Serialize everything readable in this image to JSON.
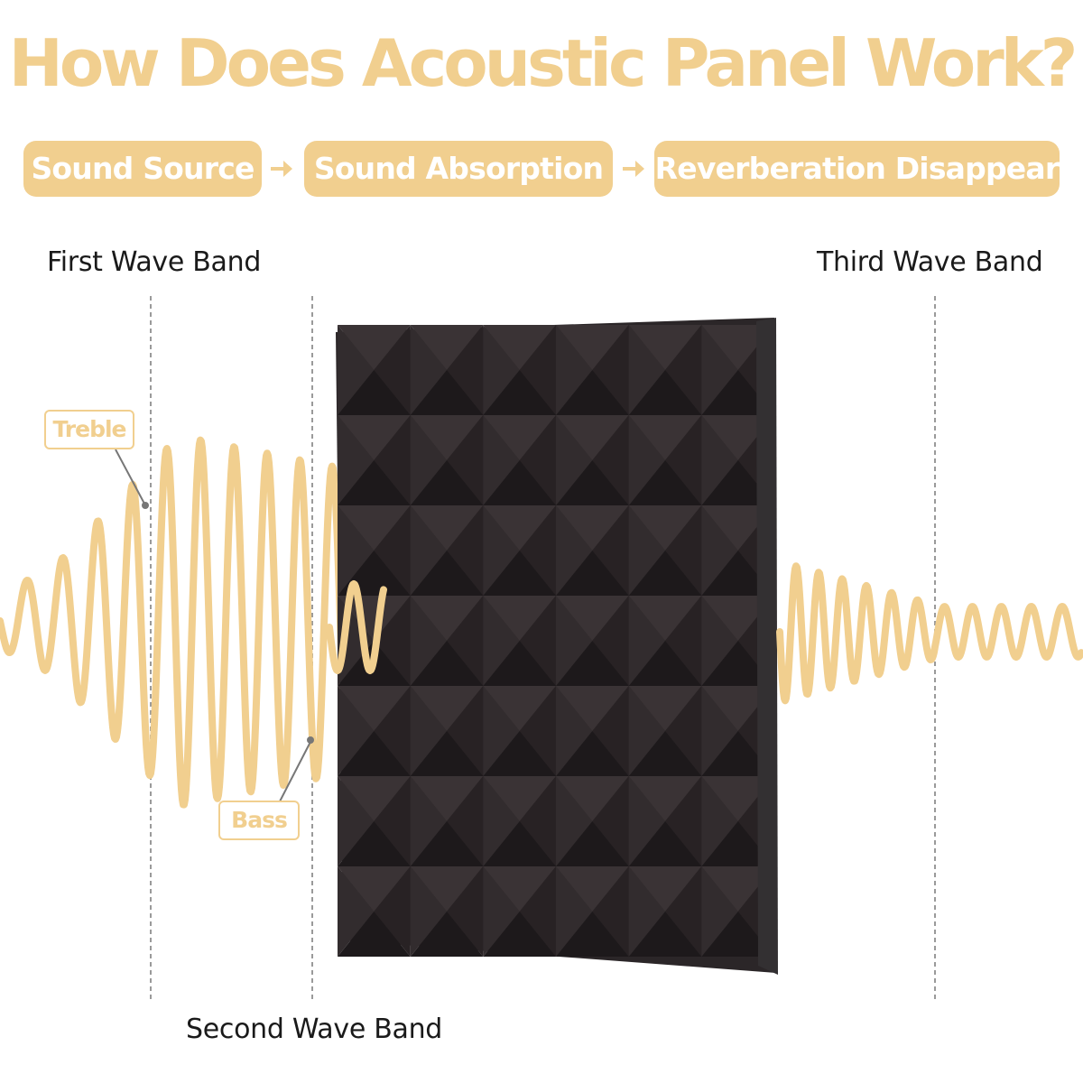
{
  "title": "How Does Acoustic Panel Work?",
  "steps": [
    {
      "label": "Sound Source"
    },
    {
      "label": "Sound Absorption"
    },
    {
      "label": "Reverberation Disappear"
    }
  ],
  "bands": {
    "first": "First Wave Band",
    "second": "Second Wave Band",
    "third": "Third Wave Band"
  },
  "callouts": {
    "treble": "Treble",
    "bass": "Bass"
  },
  "colors": {
    "accent": "#f1cf8f",
    "panel": "#2b2628",
    "divider": "#9a9a9a"
  },
  "icons": {
    "step_arrow": "right-arrow-icon"
  }
}
